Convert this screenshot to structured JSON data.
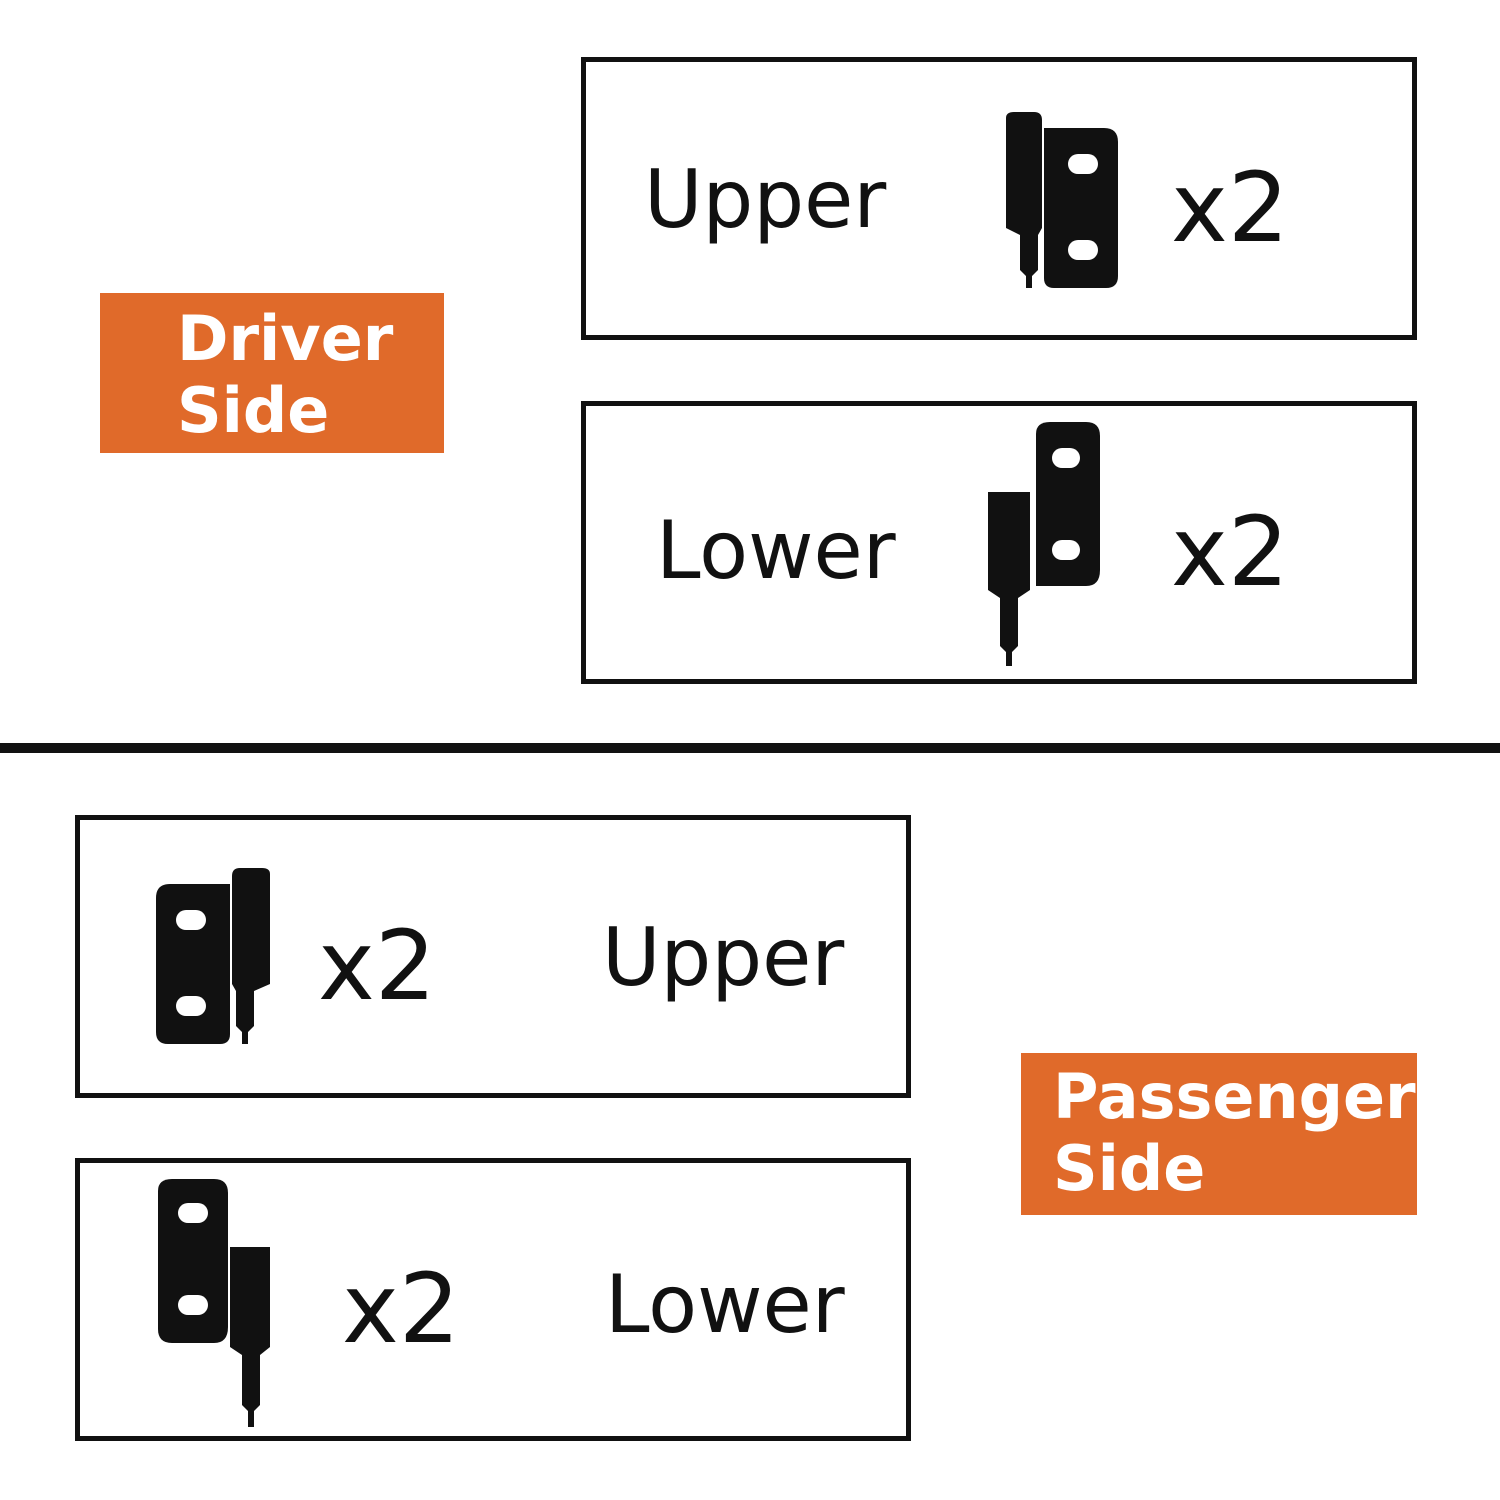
{
  "driver": {
    "tag_line1": "Driver",
    "tag_line2": "Side",
    "upper": {
      "label": "Upper",
      "qty": "x2",
      "icon": "hinge-upper-icon"
    },
    "lower": {
      "label": "Lower",
      "qty": "x2",
      "icon": "hinge-lower-icon"
    }
  },
  "passenger": {
    "tag_line1": "Passenger",
    "tag_line2": "Side",
    "upper": {
      "label": "Upper",
      "qty": "x2",
      "icon": "hinge-upper-icon"
    },
    "lower": {
      "label": "Lower",
      "qty": "x2",
      "icon": "hinge-lower-icon"
    }
  },
  "colors": {
    "accent": "#e06a2a",
    "ink": "#111111",
    "background": "#ffffff"
  }
}
